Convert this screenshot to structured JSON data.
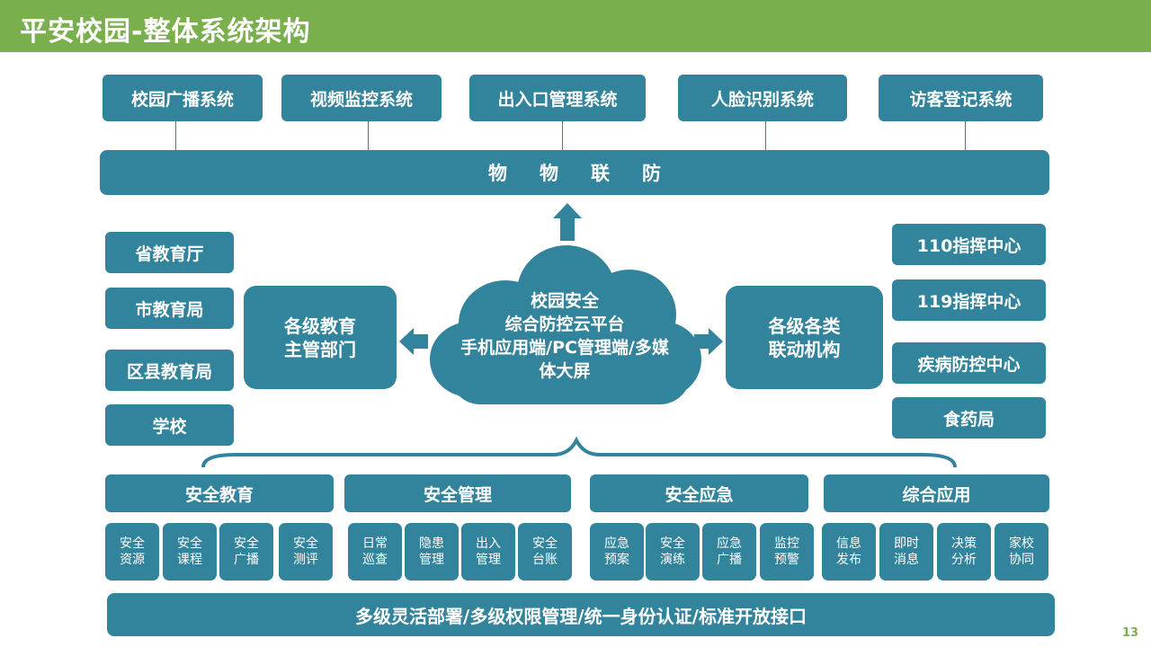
{
  "title": "平安校园-整体系统架构",
  "top_systems": [
    "校园广播系统",
    "视频监控系统",
    "出入口管理系统",
    "人脸识别系统",
    "访客登记系统"
  ],
  "iot_bar": "物物联防",
  "left_authorities": [
    "省教育厅",
    "市教育局",
    "区县教育局",
    "学校"
  ],
  "left_center": "各级教育\n主管部门",
  "cloud": [
    "校园安全",
    "综合防控云平台",
    "手机应用端/PC管理端/多媒",
    "体大屏"
  ],
  "right_center": "各级各类\n联动机构",
  "right_agencies": [
    "110指挥中心",
    "119指挥中心",
    "疾病防控中心",
    "食药局"
  ],
  "categories": [
    {
      "label": "安全教育",
      "items": [
        "安全\n资源",
        "安全\n课程",
        "安全\n广播",
        "安全\n测评"
      ]
    },
    {
      "label": "安全管理",
      "items": [
        "日常\n巡查",
        "隐患\n管理",
        "出入\n管理",
        "安全\n台账"
      ]
    },
    {
      "label": "安全应急",
      "items": [
        "应急\n预案",
        "安全\n演练",
        "应急\n广播",
        "监控\n预警"
      ]
    },
    {
      "label": "综合应用",
      "items": [
        "信息\n发布",
        "即时\n消息",
        "决策\n分析",
        "家校\n协同"
      ]
    }
  ],
  "bottom_bar": "多级灵活部署/多级权限管理/统一身份认证/标准开放接口",
  "page_number": "13",
  "colors": {
    "header": "#7aaf4d",
    "box": "#31849b",
    "page_number": "#7aaf4d"
  }
}
